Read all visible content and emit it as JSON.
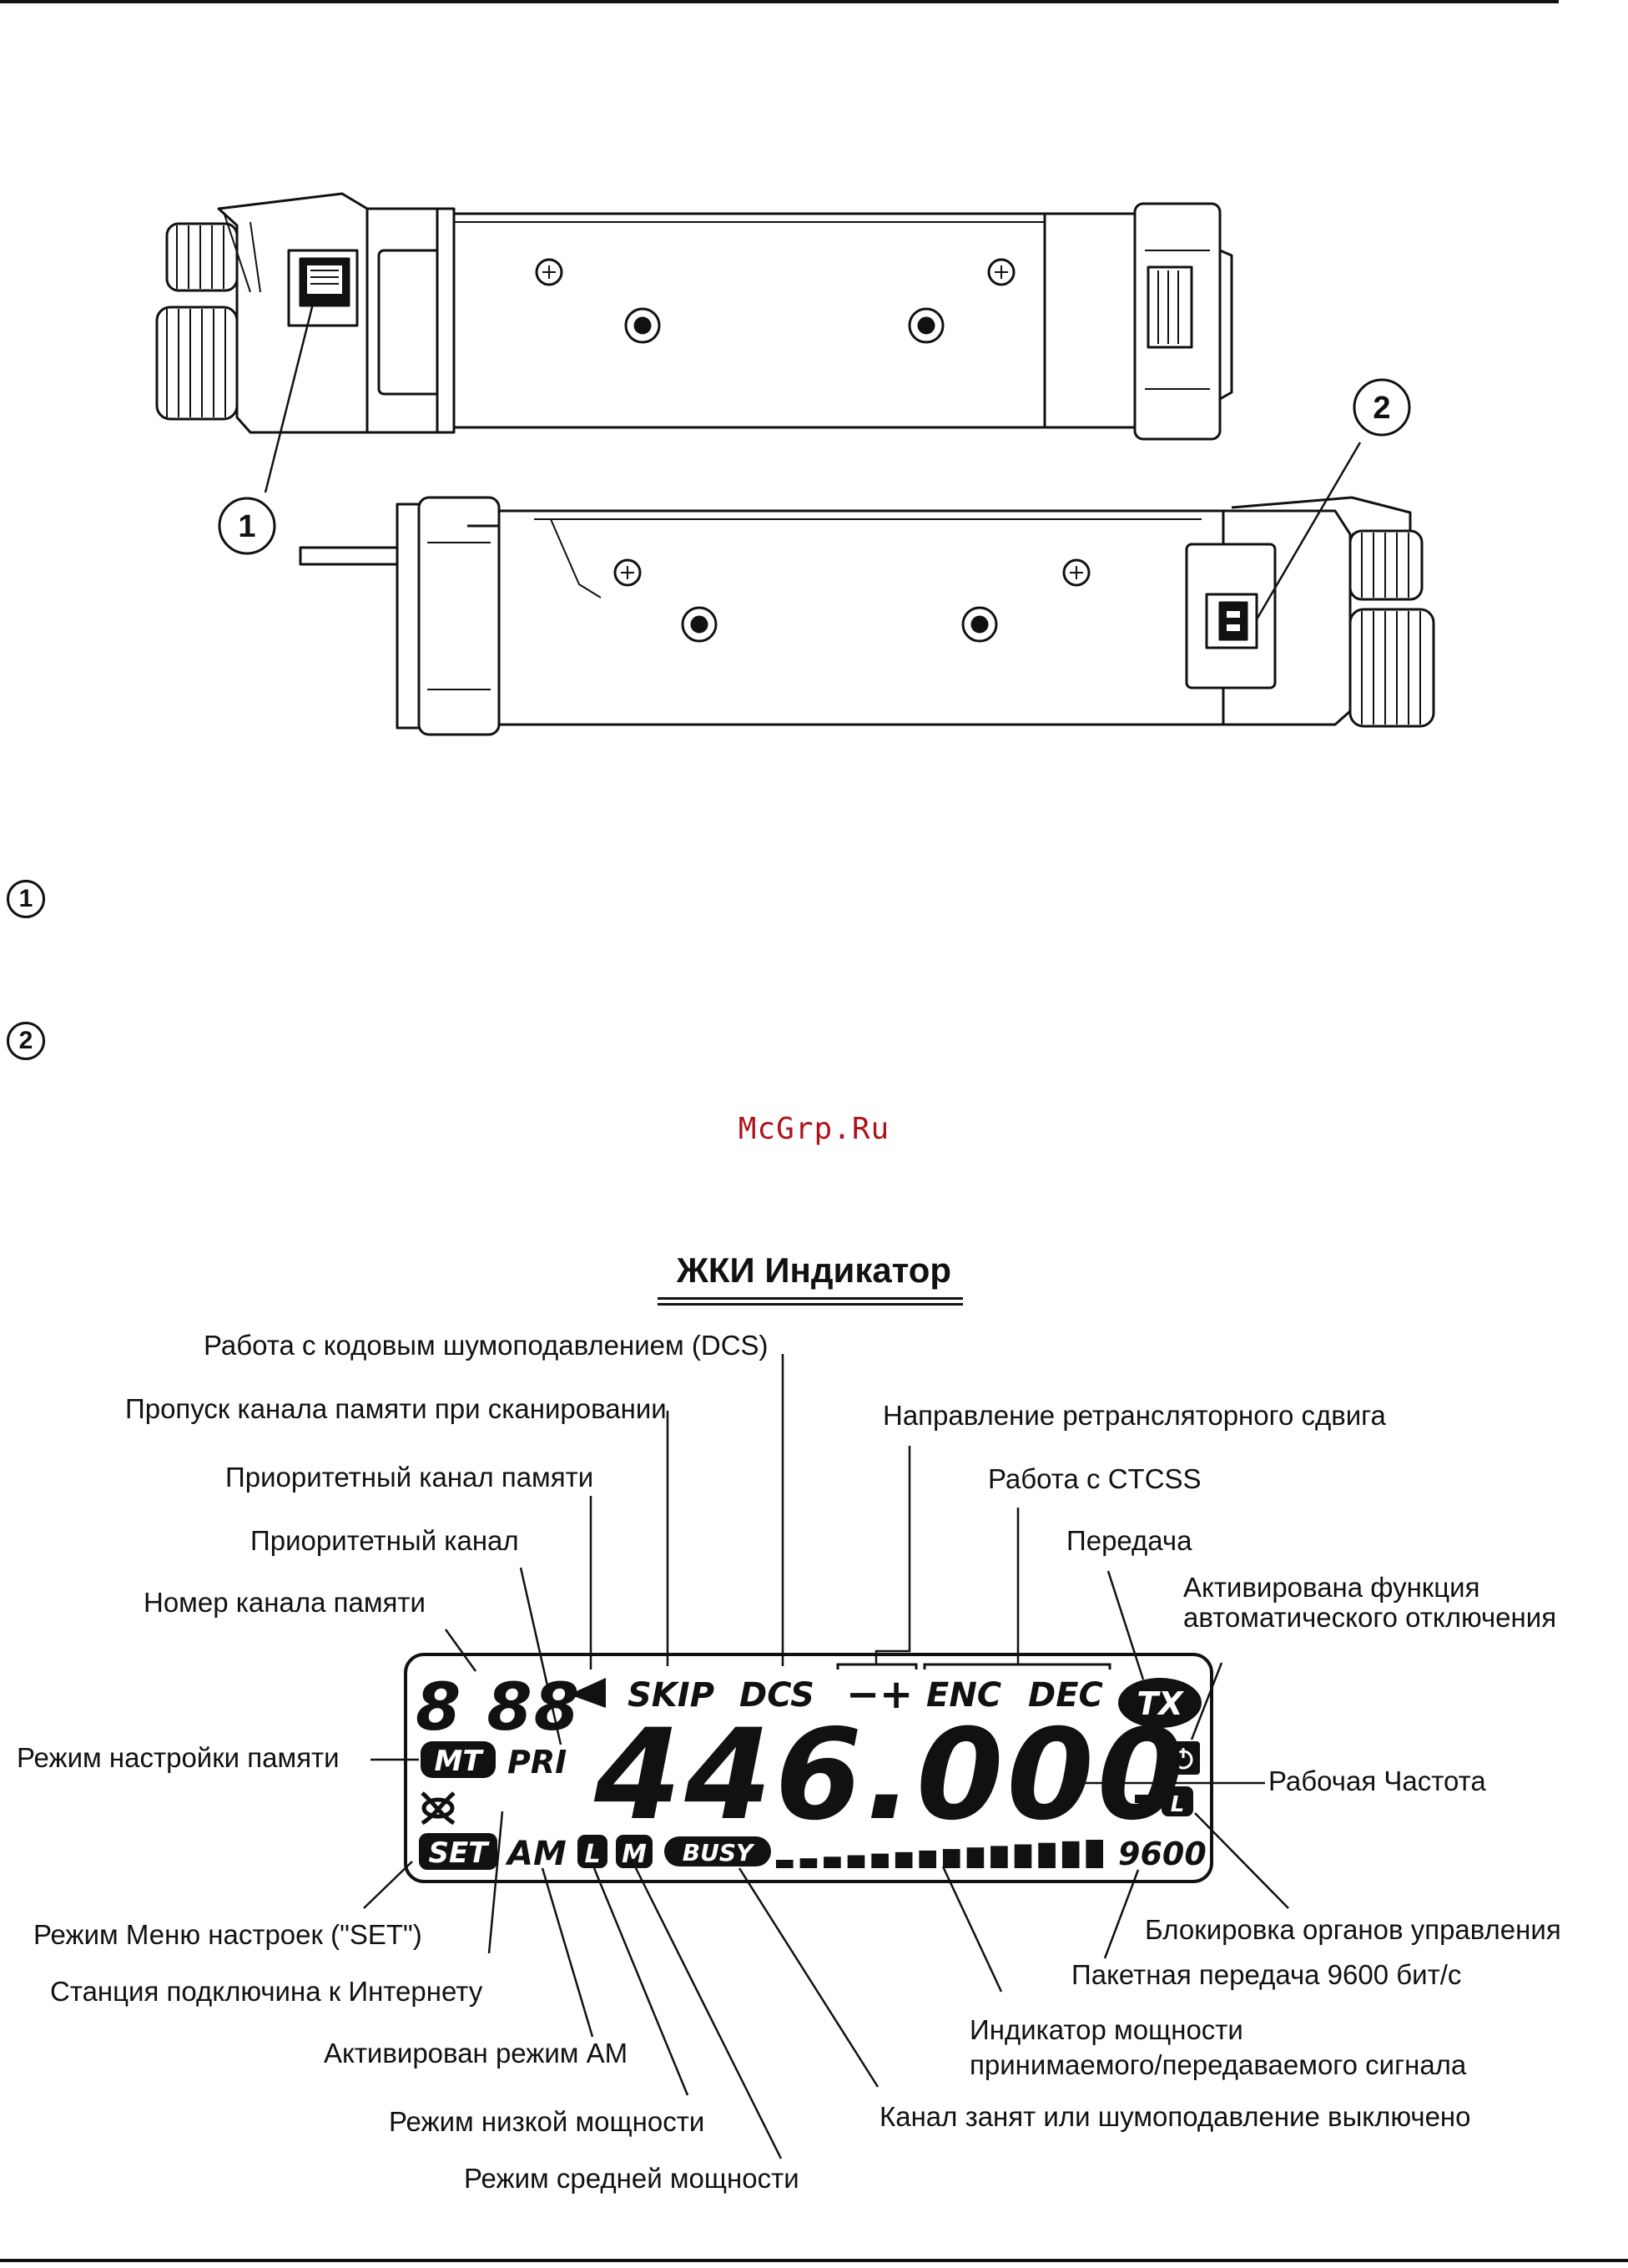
{
  "figure": {
    "callout_1": "1",
    "callout_2": "2"
  },
  "notes": [
    {
      "marker": "1"
    },
    {
      "marker": "2"
    }
  ],
  "watermark": "McGrp.Ru",
  "lcd_section": {
    "title": "ЖКИ Индикатор",
    "display": {
      "channel_digits": "8 88",
      "mt_badge": "MT",
      "pri": "PRI",
      "skip": "SKIP",
      "dcs": "DCS",
      "minus": "−",
      "plus": "+",
      "enc": "ENC",
      "dec": "DEC",
      "tx_badge": "TX",
      "frequency": "446.000",
      "set_badge": "SET",
      "am": "AM",
      "l_badge": "L",
      "m_badge": "M",
      "busy_badge": "BUSY",
      "baud": "9600",
      "key_badge": "L",
      "signal_bars": 14
    },
    "labels": {
      "dcs": "Работа с кодовым шумоподавлением (DCS)",
      "skip": "Пропуск канала памяти при сканировании",
      "repeater_shift": "Направление ретрансляторного сдвига",
      "priority_memory": "Приоритетный канал памяти",
      "ctcss": "Работа с CTCSS",
      "priority_channel": "Приоритетный канал",
      "transmit": "Передача",
      "memory_number": "Номер канала памяти",
      "apo_line1": "Активирована функция",
      "apo_line2": "автоматического отключения",
      "memory_tune": "Режим настройки памяти",
      "operating_frequency": "Рабочая Частота",
      "key_lock": "Блокировка органов управления",
      "set_mode": "Режим Меню настроек (\"SET\")",
      "packet_9600": "Пакетная передача 9600 бит/с",
      "internet": "Станция подключина к Интернету",
      "smeter_line1": "Индикатор мощности",
      "smeter_line2": "принимаемого/передаваемого сигнала",
      "am_mode": "Активирован режим АМ",
      "busy": "Канал занят или шумоподавление выключено",
      "low_power": "Режим низкой мощности",
      "mid_power": "Режим средней мощности"
    }
  }
}
